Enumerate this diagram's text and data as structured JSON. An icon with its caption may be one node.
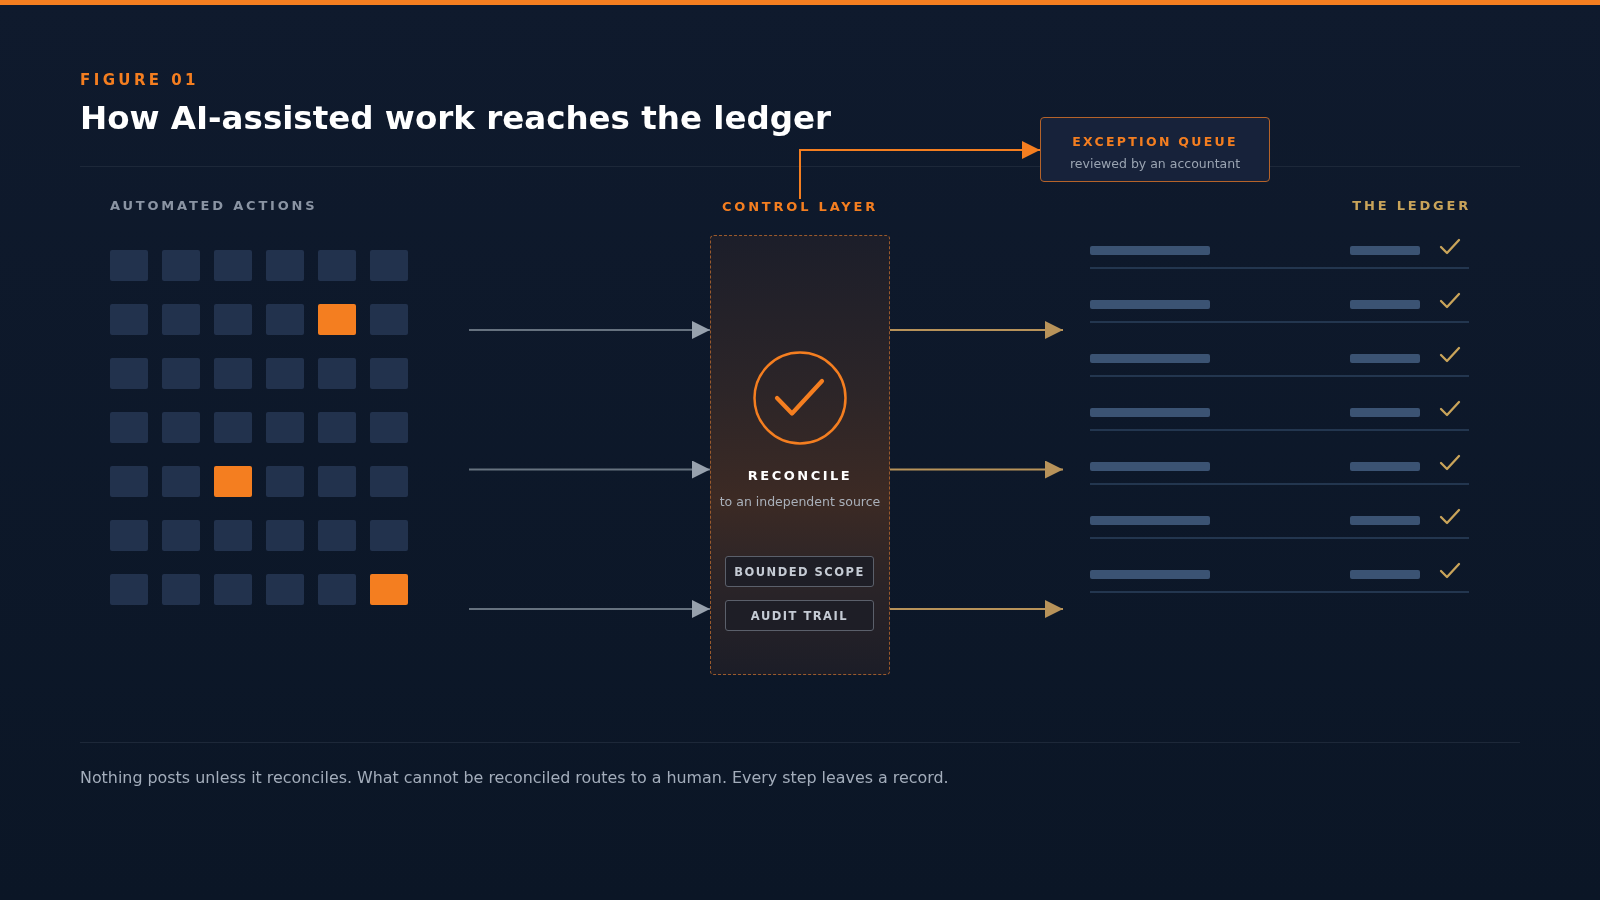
{
  "diagram": {
    "title": "How AI-assisted work reaches the ledger",
    "caption": "Nothing posts unless it reconciles. What cannot be reconciled routes to a human. Every step leaves a record.",
    "nodes": [
      {
        "text": [
          "AUTOMATED ACTIONS"
        ]
      },
      {
        "text": [
          "CONTROL LAYER",
          "RECONCILE",
          "to an independent source"
        ]
      },
      {
        "text": [
          "BOUNDED SCOPE"
        ],
        "in": 1
      },
      {
        "text": [
          "AUDIT TRAIL"
        ],
        "in": 1
      },
      {
        "text": [
          "EXCEPTION QUEUE",
          "reviewed by an accountant"
        ]
      },
      {
        "text": [
          "THE LEDGER"
        ]
      }
    ],
    "edges": [
      {
        "from": 0,
        "to": 1,
        "arrow": "to"
      },
      {
        "from": 0,
        "to": 1,
        "arrow": "to"
      },
      {
        "from": 0,
        "to": 1,
        "arrow": "to"
      },
      {
        "from": 1,
        "to": 5,
        "arrow": "to",
        "color": "#b8935a"
      },
      {
        "from": 1,
        "to": 5,
        "arrow": "to",
        "color": "#b8935a"
      },
      {
        "from": 1,
        "to": 5,
        "arrow": "to",
        "color": "#b8935a"
      },
      {
        "from": 1,
        "to": 4,
        "arrow": "to",
        "color": "#f47e20"
      }
    ],
    "labels": [
      "FIGURE 01"
    ]
  }
}
